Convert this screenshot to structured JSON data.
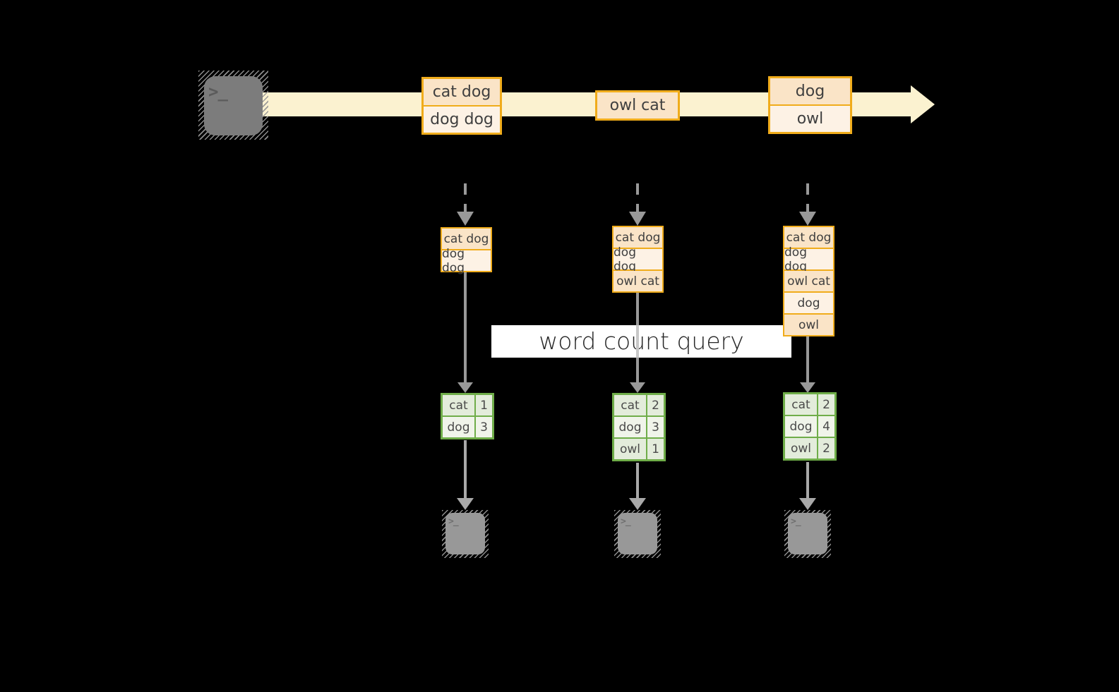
{
  "label": {
    "text": "word count query"
  },
  "icons": {
    "terminal": {
      "chevron": ">",
      "underscore": "_"
    }
  },
  "stream": {
    "batches": [
      {
        "lines": [
          "cat dog",
          "dog dog"
        ]
      },
      {
        "lines": [
          "owl cat"
        ]
      },
      {
        "lines": [
          "dog",
          "owl"
        ]
      }
    ]
  },
  "columns": [
    {
      "batch": [
        "cat dog",
        "dog dog"
      ],
      "counts": [
        {
          "word": "cat",
          "count": "1"
        },
        {
          "word": "dog",
          "count": "3"
        }
      ]
    },
    {
      "batch": [
        "cat dog",
        "dog dog",
        "owl cat"
      ],
      "counts": [
        {
          "word": "cat",
          "count": "2"
        },
        {
          "word": "dog",
          "count": "3"
        },
        {
          "word": "owl",
          "count": "1"
        }
      ]
    },
    {
      "batch": [
        "cat dog",
        "dog dog",
        "owl cat",
        "dog",
        "owl"
      ],
      "counts": [
        {
          "word": "cat",
          "count": "2"
        },
        {
          "word": "dog",
          "count": "4"
        },
        {
          "word": "owl",
          "count": "2"
        }
      ]
    }
  ],
  "colors": {
    "background": "#000000",
    "stream_band": "#FBF2D0",
    "box_border": "#F0AC1B",
    "box_fill_peach": "#FAE4C7",
    "box_fill_cream": "#FDF2E5",
    "table_border": "#6FAD49",
    "table_fill_a": "#E3ECDB",
    "table_fill_b": "#F0F4EA",
    "arrow_gray": "#999999",
    "label_background": "#FFFFFF",
    "text": "#3F3F3F"
  }
}
